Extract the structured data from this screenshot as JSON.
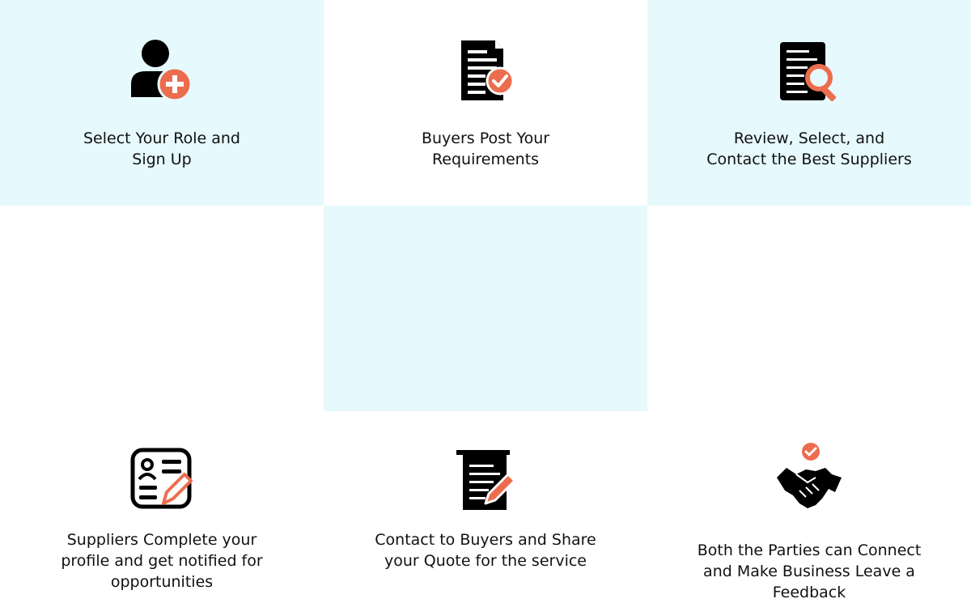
{
  "colors": {
    "tint_bg": "#e6f9fd",
    "accent": "#ec6d4e",
    "ink": "#111111"
  },
  "steps": [
    {
      "icon": "user-add-icon",
      "lines": [
        "Select Your Role and",
        "Sign Up"
      ]
    },
    {
      "icon": "document-check-icon",
      "lines": [
        "Buyers Post Your",
        "Requirements"
      ]
    },
    {
      "icon": "document-search-icon",
      "lines": [
        "Review, Select, and",
        "Contact the Best Suppliers"
      ]
    },
    {
      "icon": "profile-edit-icon",
      "lines": [
        "Suppliers Complete your",
        "profile and get notified for",
        "opportunities"
      ]
    },
    {
      "icon": "document-pencil-icon",
      "lines": [
        "Contact to Buyers and Share",
        "your Quote for the service"
      ]
    },
    {
      "icon": "handshake-check-icon",
      "lines": [
        "Both the Parties can Connect",
        "and Make Business Leave a",
        "Feedback"
      ]
    }
  ]
}
